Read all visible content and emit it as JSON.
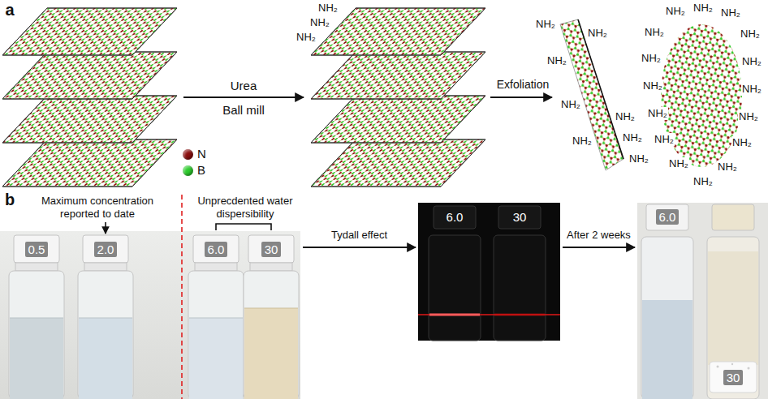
{
  "diagram": {
    "nodes": [
      {
        "text": [
          "0.5",
          "2.0",
          "6.0",
          "30"
        ]
      },
      {
        "text": [
          "6.0",
          "30"
        ]
      },
      {
        "text": [
          "6.0",
          "30"
        ]
      }
    ],
    "edges": [
      {
        "from": 0,
        "to": 1,
        "arrow": "to",
        "label": "Tydall effect"
      },
      {
        "from": 1,
        "to": 2,
        "arrow": "to",
        "label": "After 2 weeks"
      }
    ],
    "labels": [
      "a",
      "Urea",
      "Ball mill",
      "NH₂",
      "NH₂",
      "NH₂",
      "Exfoliation",
      "NH₂",
      "NH₂",
      "NH₂",
      "NH₂",
      "NH₂",
      "NH₂",
      "NH₂",
      "NH₂",
      "NH₂",
      "NH₂",
      "NH₂",
      "NH₂",
      "NH₂",
      "NH₂",
      "NH₂",
      "NH₂",
      "NH₂",
      "NH₂",
      "NH₂",
      "NH₂",
      "NH₂",
      "NH₂",
      "NH₂",
      "NH₂",
      "b",
      "Maximum concentration reported to date",
      "Unprecdented water dispersibility"
    ],
    "legend": [
      {
        "text": "N",
        "color": "#8b1010"
      },
      {
        "text": "B",
        "color": "#2ecc2e"
      }
    ]
  }
}
